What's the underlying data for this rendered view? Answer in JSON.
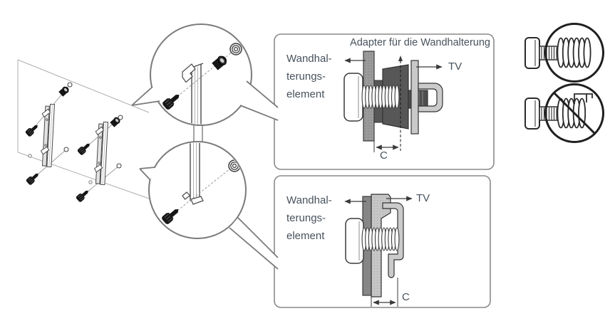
{
  "diagram": {
    "top_box": {
      "title": "Adapter für die Wandhalterung",
      "left_label_lines": [
        "Wandhal-",
        "terungs-",
        "element"
      ],
      "tv_label": "TV",
      "dimension_label": "C"
    },
    "bottom_box": {
      "left_label_lines": [
        "Wandhal-",
        "terungs-",
        "element"
      ],
      "tv_label": "TV",
      "dimension_label": "C"
    },
    "icons": {
      "allowed_screw": "screw-thread-ok-icon",
      "prohibited_screw": "screw-thread-prohibited-icon",
      "magnifier_top": "magnifier-callout-top",
      "magnifier_bottom": "magnifier-callout-bottom"
    },
    "colors": {
      "text": "#47525d",
      "outline": "#3a3a3a",
      "callout_stroke": "#7a7a7a",
      "box_border": "#8a8a8a",
      "dark_part": "#575757",
      "mid_gray_part": "#9b9b9b",
      "light_part": "#c9c9c9"
    }
  }
}
